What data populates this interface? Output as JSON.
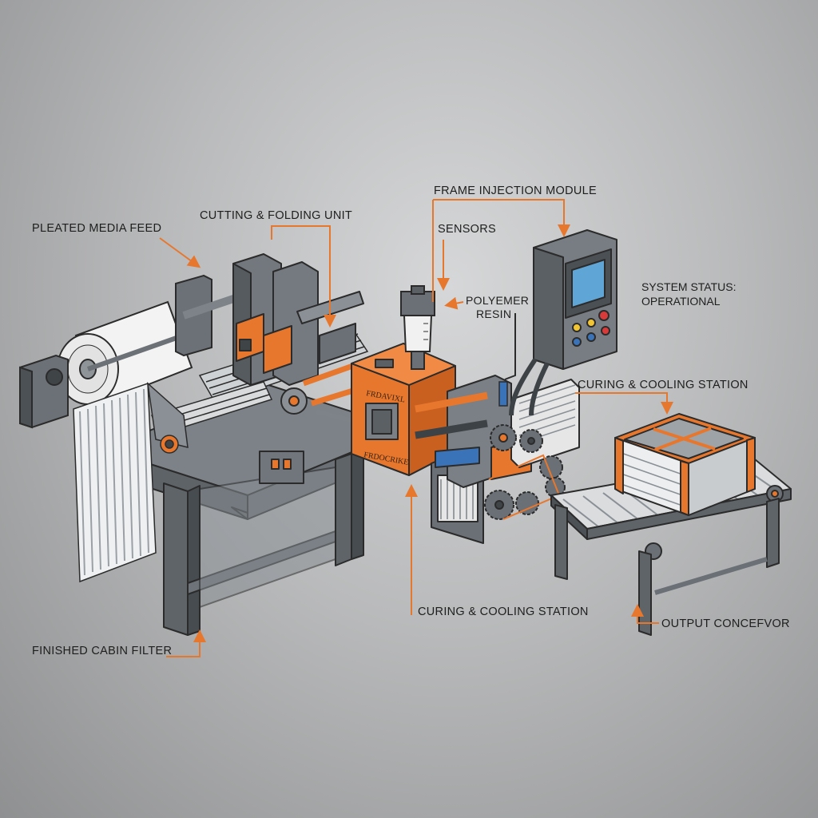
{
  "labels": {
    "pleated_media_feed": "PLEATED MEDIA FEED",
    "cutting_folding_unit": "CUTTING & FOLDING UNIT",
    "frame_injection_module": "FRAME INJECTION MODULE",
    "sensors": "SENSORS",
    "polymer_resin_line1": "POLYEMER",
    "polymer_resin_line2": "RESIN",
    "system_status_line1": "SYSTEM STATUS:",
    "system_status_line2": "OPERATIONAL",
    "curing_cooling_station_top": "CURING & COOLING STATION",
    "curing_cooling_station_bottom": "CURING & COOLING STATION",
    "output_conveyor": "OUTPUT CONCEFVOR",
    "finished_cabin_filter": "FINISHED CABIN FILTER",
    "injection_block_top": "FRDAVIXL",
    "injection_block_bottom": "FRDOCRIKE"
  },
  "colors": {
    "accent": "#e8772e",
    "machine": "#6f757a",
    "outline": "#2b2b2b",
    "leader": "#e8772e"
  }
}
